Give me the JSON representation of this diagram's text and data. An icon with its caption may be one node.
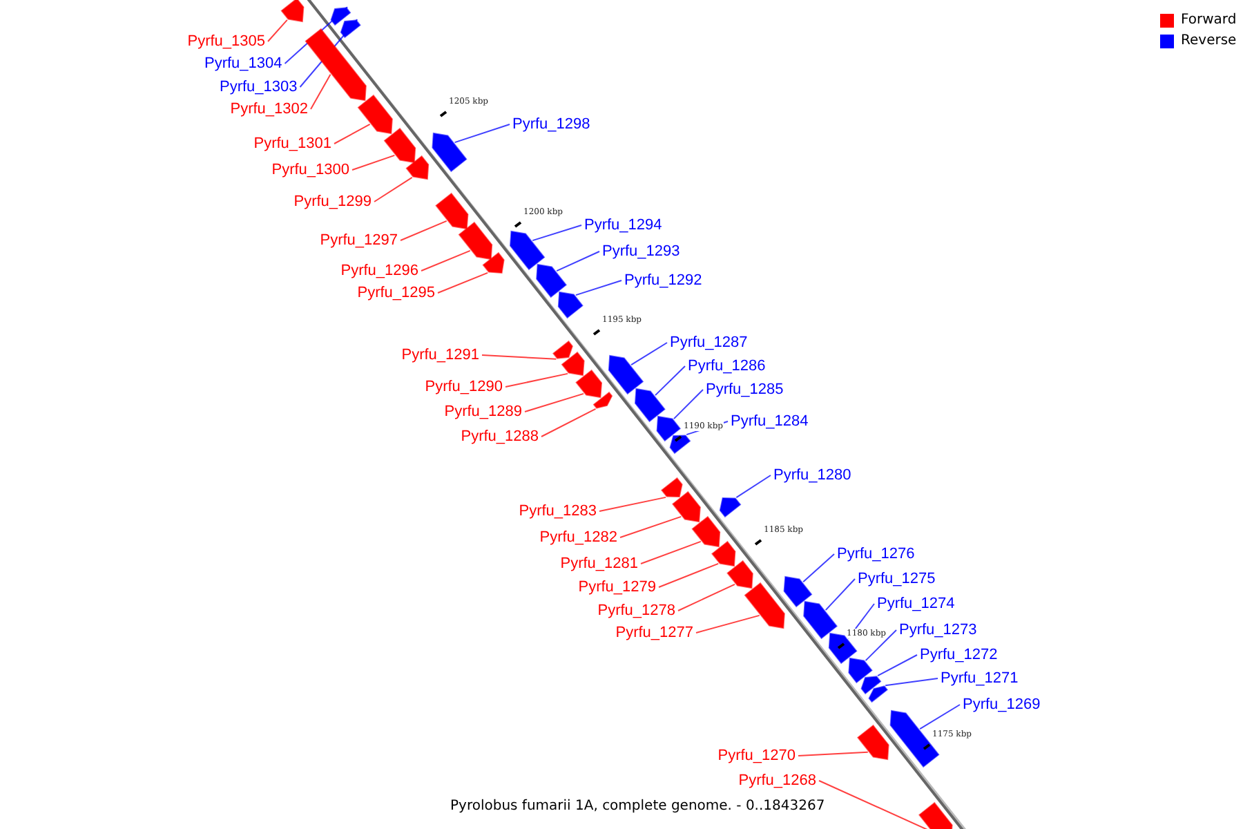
{
  "diagram": {
    "caption": "Pyrolobus fumarii 1A, complete genome. - 0..1843267",
    "nodes": [
      {
        "text": [
          "Pyrfu_1305"
        ]
      },
      {
        "text": [],
        "shape": "arrow"
      },
      {
        "text": [
          "Pyrfu_1304"
        ]
      },
      {
        "text": [],
        "shape": "arrow"
      },
      {
        "text": [
          "Pyrfu_1303"
        ]
      },
      {
        "text": [],
        "shape": "arrow"
      },
      {
        "text": [
          "Pyrfu_1302"
        ]
      },
      {
        "text": [],
        "shape": "arrow"
      },
      {
        "text": [
          "Pyrfu_1301"
        ]
      },
      {
        "text": [],
        "shape": "arrow"
      },
      {
        "text": [
          "Pyrfu_1298"
        ]
      },
      {
        "text": [],
        "shape": "arrow"
      },
      {
        "text": [
          "Pyrfu_1300"
        ]
      },
      {
        "text": [],
        "shape": "arrow"
      },
      {
        "text": [
          "Pyrfu_1299"
        ]
      },
      {
        "text": [],
        "shape": "arrow"
      },
      {
        "text": [
          "Pyrfu_1297"
        ]
      },
      {
        "text": [],
        "shape": "arrow"
      },
      {
        "text": [
          "Pyrfu_1294"
        ]
      },
      {
        "text": [],
        "shape": "arrow"
      },
      {
        "text": [
          "Pyrfu_1296"
        ]
      },
      {
        "text": [],
        "shape": "arrow"
      },
      {
        "text": [
          "Pyrfu_1293"
        ]
      },
      {
        "text": [],
        "shape": "arrow"
      },
      {
        "text": [
          "Pyrfu_1292"
        ]
      },
      {
        "text": [],
        "shape": "arrow"
      },
      {
        "text": [
          "Pyrfu_1295"
        ]
      },
      {
        "text": [],
        "shape": "arrow"
      },
      {
        "text": [
          "Pyrfu_1287"
        ]
      },
      {
        "text": [],
        "shape": "arrow"
      },
      {
        "text": [
          "Pyrfu_1291"
        ]
      },
      {
        "text": [],
        "shape": "arrow"
      },
      {
        "text": [
          "Pyrfu_1286"
        ]
      },
      {
        "text": [],
        "shape": "arrow"
      },
      {
        "text": [
          "Pyrfu_1290"
        ]
      },
      {
        "text": [],
        "shape": "arrow"
      },
      {
        "text": [
          "Pyrfu_1285"
        ]
      },
      {
        "text": [],
        "shape": "arrow"
      },
      {
        "text": [
          "Pyrfu_1289"
        ]
      },
      {
        "text": [],
        "shape": "arrow"
      },
      {
        "text": [
          "Pyrfu_1284"
        ]
      },
      {
        "text": [],
        "shape": "arrow"
      },
      {
        "text": [
          "Pyrfu_1288"
        ]
      },
      {
        "text": [],
        "shape": "arrow"
      },
      {
        "text": [
          "Pyrfu_1280"
        ]
      },
      {
        "text": [],
        "shape": "arrow"
      },
      {
        "text": [
          "Pyrfu_1283"
        ]
      },
      {
        "text": [],
        "shape": "arrow"
      },
      {
        "text": [
          "Pyrfu_1282"
        ]
      },
      {
        "text": [],
        "shape": "arrow"
      },
      {
        "text": [
          "Pyrfu_1276"
        ]
      },
      {
        "text": [],
        "shape": "arrow"
      },
      {
        "text": [
          "Pyrfu_1281"
        ]
      },
      {
        "text": [],
        "shape": "arrow"
      },
      {
        "text": [
          "Pyrfu_1275"
        ]
      },
      {
        "text": [],
        "shape": "arrow"
      },
      {
        "text": [
          "Pyrfu_1279"
        ]
      },
      {
        "text": [],
        "shape": "arrow"
      },
      {
        "text": [
          "Pyrfu_1274"
        ]
      },
      {
        "text": [],
        "shape": "arrow"
      },
      {
        "text": [
          "Pyrfu_1278"
        ]
      },
      {
        "text": [],
        "shape": "arrow"
      },
      {
        "text": [
          "Pyrfu_1273"
        ]
      },
      {
        "text": [],
        "shape": "arrow"
      },
      {
        "text": [
          "Pyrfu_1277"
        ]
      },
      {
        "text": [],
        "shape": "arrow"
      },
      {
        "text": [
          "Pyrfu_1272"
        ]
      },
      {
        "text": [],
        "shape": "arrow"
      },
      {
        "text": [
          "Pyrfu_1271"
        ]
      },
      {
        "text": [],
        "shape": "arrow"
      },
      {
        "text": [
          "Pyrfu_1269"
        ]
      },
      {
        "text": [],
        "shape": "arrow"
      },
      {
        "text": [
          "Pyrfu_1270"
        ]
      },
      {
        "text": [],
        "shape": "arrow"
      },
      {
        "text": [
          "Pyrfu_1268"
        ]
      },
      {
        "text": [],
        "shape": "arrow"
      }
    ],
    "edges": [
      {
        "from": 0,
        "to": 1,
        "arrow": "none",
        "color": "#ff0000"
      },
      {
        "from": 2,
        "to": 3,
        "arrow": "none",
        "color": "#0000ff"
      },
      {
        "from": 4,
        "to": 5,
        "arrow": "none",
        "color": "#0000ff"
      },
      {
        "from": 6,
        "to": 7,
        "arrow": "none",
        "color": "#ff0000"
      },
      {
        "from": 8,
        "to": 9,
        "arrow": "none",
        "color": "#ff0000"
      },
      {
        "from": 10,
        "to": 11,
        "arrow": "none",
        "color": "#0000ff"
      },
      {
        "from": 12,
        "to": 13,
        "arrow": "none",
        "color": "#ff0000"
      },
      {
        "from": 14,
        "to": 15,
        "arrow": "none",
        "color": "#ff0000"
      },
      {
        "from": 16,
        "to": 17,
        "arrow": "none",
        "color": "#ff0000"
      },
      {
        "from": 18,
        "to": 19,
        "arrow": "none",
        "color": "#0000ff"
      },
      {
        "from": 20,
        "to": 21,
        "arrow": "none",
        "color": "#ff0000"
      },
      {
        "from": 22,
        "to": 23,
        "arrow": "none",
        "color": "#0000ff"
      },
      {
        "from": 24,
        "to": 25,
        "arrow": "none",
        "color": "#0000ff"
      },
      {
        "from": 26,
        "to": 27,
        "arrow": "none",
        "color": "#ff0000"
      },
      {
        "from": 28,
        "to": 29,
        "arrow": "none",
        "color": "#0000ff"
      },
      {
        "from": 30,
        "to": 31,
        "arrow": "none",
        "color": "#ff0000"
      },
      {
        "from": 32,
        "to": 33,
        "arrow": "none",
        "color": "#0000ff"
      },
      {
        "from": 34,
        "to": 35,
        "arrow": "none",
        "color": "#ff0000"
      },
      {
        "from": 36,
        "to": 37,
        "arrow": "none",
        "color": "#0000ff"
      },
      {
        "from": 38,
        "to": 39,
        "arrow": "none",
        "color": "#ff0000"
      },
      {
        "from": 40,
        "to": 41,
        "arrow": "none",
        "color": "#0000ff"
      },
      {
        "from": 42,
        "to": 43,
        "arrow": "none",
        "color": "#ff0000"
      },
      {
        "from": 44,
        "to": 45,
        "arrow": "none",
        "color": "#0000ff"
      },
      {
        "from": 46,
        "to": 47,
        "arrow": "none",
        "color": "#ff0000"
      },
      {
        "from": 48,
        "to": 49,
        "arrow": "none",
        "color": "#ff0000"
      },
      {
        "from": 50,
        "to": 51,
        "arrow": "none",
        "color": "#0000ff"
      },
      {
        "from": 52,
        "to": 53,
        "arrow": "none",
        "color": "#ff0000"
      },
      {
        "from": 54,
        "to": 55,
        "arrow": "none",
        "color": "#0000ff"
      },
      {
        "from": 56,
        "to": 57,
        "arrow": "none",
        "color": "#ff0000"
      },
      {
        "from": 58,
        "to": 59,
        "arrow": "none",
        "color": "#0000ff"
      },
      {
        "from": 60,
        "to": 61,
        "arrow": "none",
        "color": "#ff0000"
      },
      {
        "from": 62,
        "to": 63,
        "arrow": "none",
        "color": "#0000ff"
      },
      {
        "from": 64,
        "to": 65,
        "arrow": "none",
        "color": "#ff0000"
      },
      {
        "from": 66,
        "to": 67,
        "arrow": "none",
        "color": "#0000ff"
      },
      {
        "from": 68,
        "to": 69,
        "arrow": "none",
        "color": "#0000ff"
      },
      {
        "from": 70,
        "to": 71,
        "arrow": "none",
        "color": "#0000ff"
      },
      {
        "from": 72,
        "to": 73,
        "arrow": "none",
        "color": "#ff0000"
      },
      {
        "from": 74,
        "to": 75,
        "arrow": "none",
        "color": "#ff0000"
      }
    ],
    "labels": [
      "1205 kbp",
      "1200 kbp",
      "1195 kbp",
      "1190 kbp",
      "1185 kbp",
      "1180 kbp",
      "1175 kbp"
    ],
    "legend": [
      {
        "text": "Forward",
        "color": "#ff0000"
      },
      {
        "text": "Reverse",
        "color": "#0000ff"
      }
    ]
  }
}
